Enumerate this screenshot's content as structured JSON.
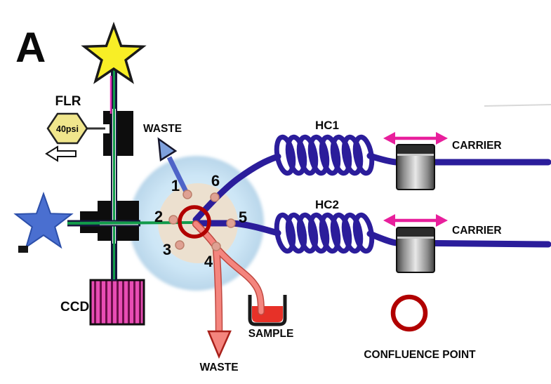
{
  "panel_label": "A",
  "flr": {
    "label": "FLR",
    "pressure": "40psi"
  },
  "valve": {
    "ports": [
      "1",
      "2",
      "3",
      "4",
      "5",
      "6"
    ]
  },
  "waste": {
    "top_label": "WASTE",
    "bottom_label": "WASTE"
  },
  "hc1": {
    "label": "HC1",
    "carrier": "CARRIER"
  },
  "hc2": {
    "label": "HC2",
    "carrier": "CARRIER"
  },
  "ccd": {
    "label": "CCD"
  },
  "sample": {
    "label": "SAMPLE"
  },
  "legend": {
    "confluence": "CONFLUENCE POINT"
  },
  "colors": {
    "tube_blue": "#2b1d9b",
    "tube_salmon": "#f4857e",
    "tube_green": "#119a4a",
    "ring_red": "#b10000",
    "star_yellow": "#f8ee26",
    "star_blue": "#4a6fd0",
    "arrow_magenta": "#e81f9c",
    "valve_fill": "#cfe4f4",
    "rotor_fill": "#ece0cf",
    "ccd_pink": "#e84db4"
  }
}
